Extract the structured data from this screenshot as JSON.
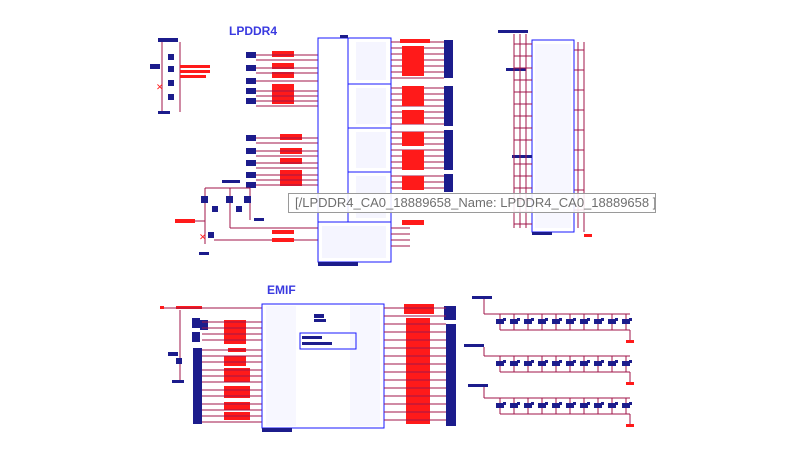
{
  "sections": {
    "lpddr4_title": "LPDDR4",
    "emif_title": "EMIF"
  },
  "tooltip": {
    "text": "[/LPDDR4_CA0_18889658_Name: LPDDR4_CA0_18889658 ]"
  },
  "colors": {
    "wire": "#a0164a",
    "body": "#1a1aff",
    "pin": "#ff1a1a",
    "tag": "#1c1c8c",
    "title": "#3a3ae0"
  }
}
